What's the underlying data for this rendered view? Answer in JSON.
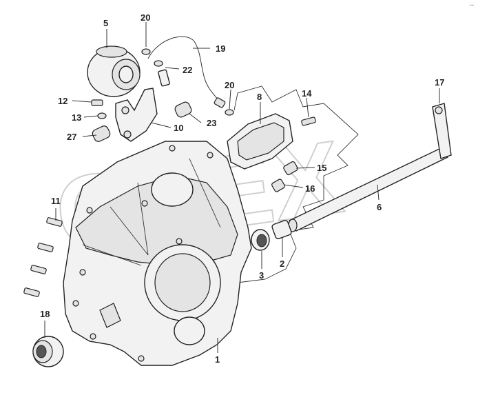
{
  "diagram": {
    "watermark": "OPEX",
    "corner_mark": "--",
    "callouts": {
      "p1": "1",
      "p2": "2",
      "p3": "3",
      "p5": "5",
      "p6": "6",
      "p8": "8",
      "p10": "10",
      "p11": "11",
      "p12": "12",
      "p13": "13",
      "p14": "14",
      "p15": "15",
      "p16": "16",
      "p17": "17",
      "p18": "18",
      "p19": "19",
      "p20a": "20",
      "p20b": "20",
      "p22": "22",
      "p23": "23",
      "p27": "27"
    }
  }
}
